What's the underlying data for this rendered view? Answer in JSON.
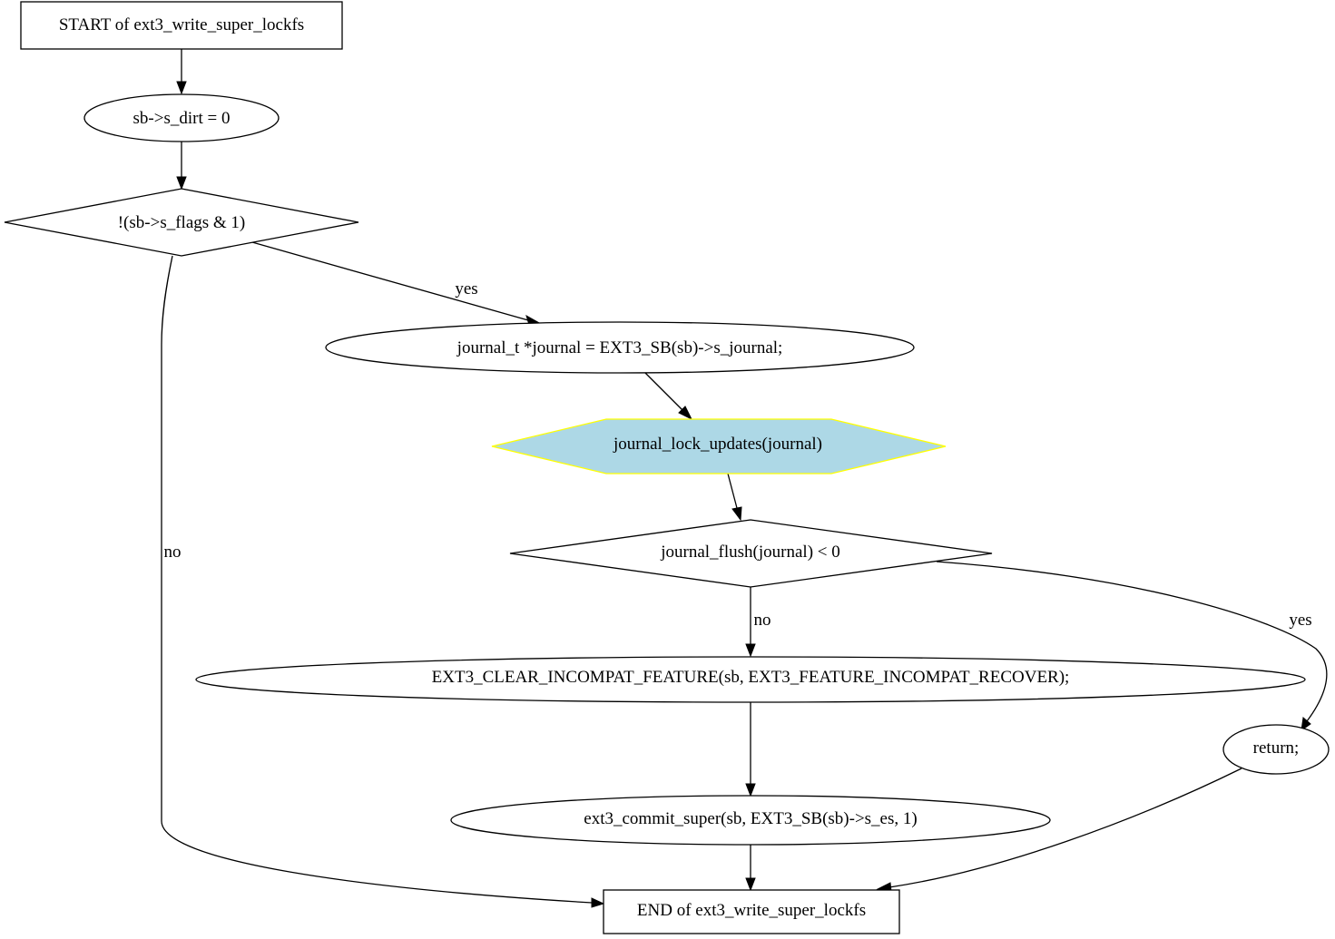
{
  "nodes": {
    "start": "START of ext3_write_super_lockfs",
    "dirt": "sb->s_dirt = 0",
    "flags": "!(sb->s_flags & 1)",
    "journal_decl": "journal_t *journal = EXT3_SB(sb)->s_journal;",
    "lock_updates": "journal_lock_updates(journal)",
    "flush": "journal_flush(journal) < 0",
    "clear_feature": "EXT3_CLEAR_INCOMPAT_FEATURE(sb, EXT3_FEATURE_INCOMPAT_RECOVER);",
    "return": "return;",
    "commit_super": "ext3_commit_super(sb, EXT3_SB(sb)->s_es, 1)",
    "end": "END of ext3_write_super_lockfs"
  },
  "edges": {
    "flags_yes": "yes",
    "flags_no": "no",
    "flush_no": "no",
    "flush_yes": "yes"
  },
  "colors": {
    "hexagon_fill": "#add8e6",
    "hexagon_stroke": "#ffff00"
  }
}
